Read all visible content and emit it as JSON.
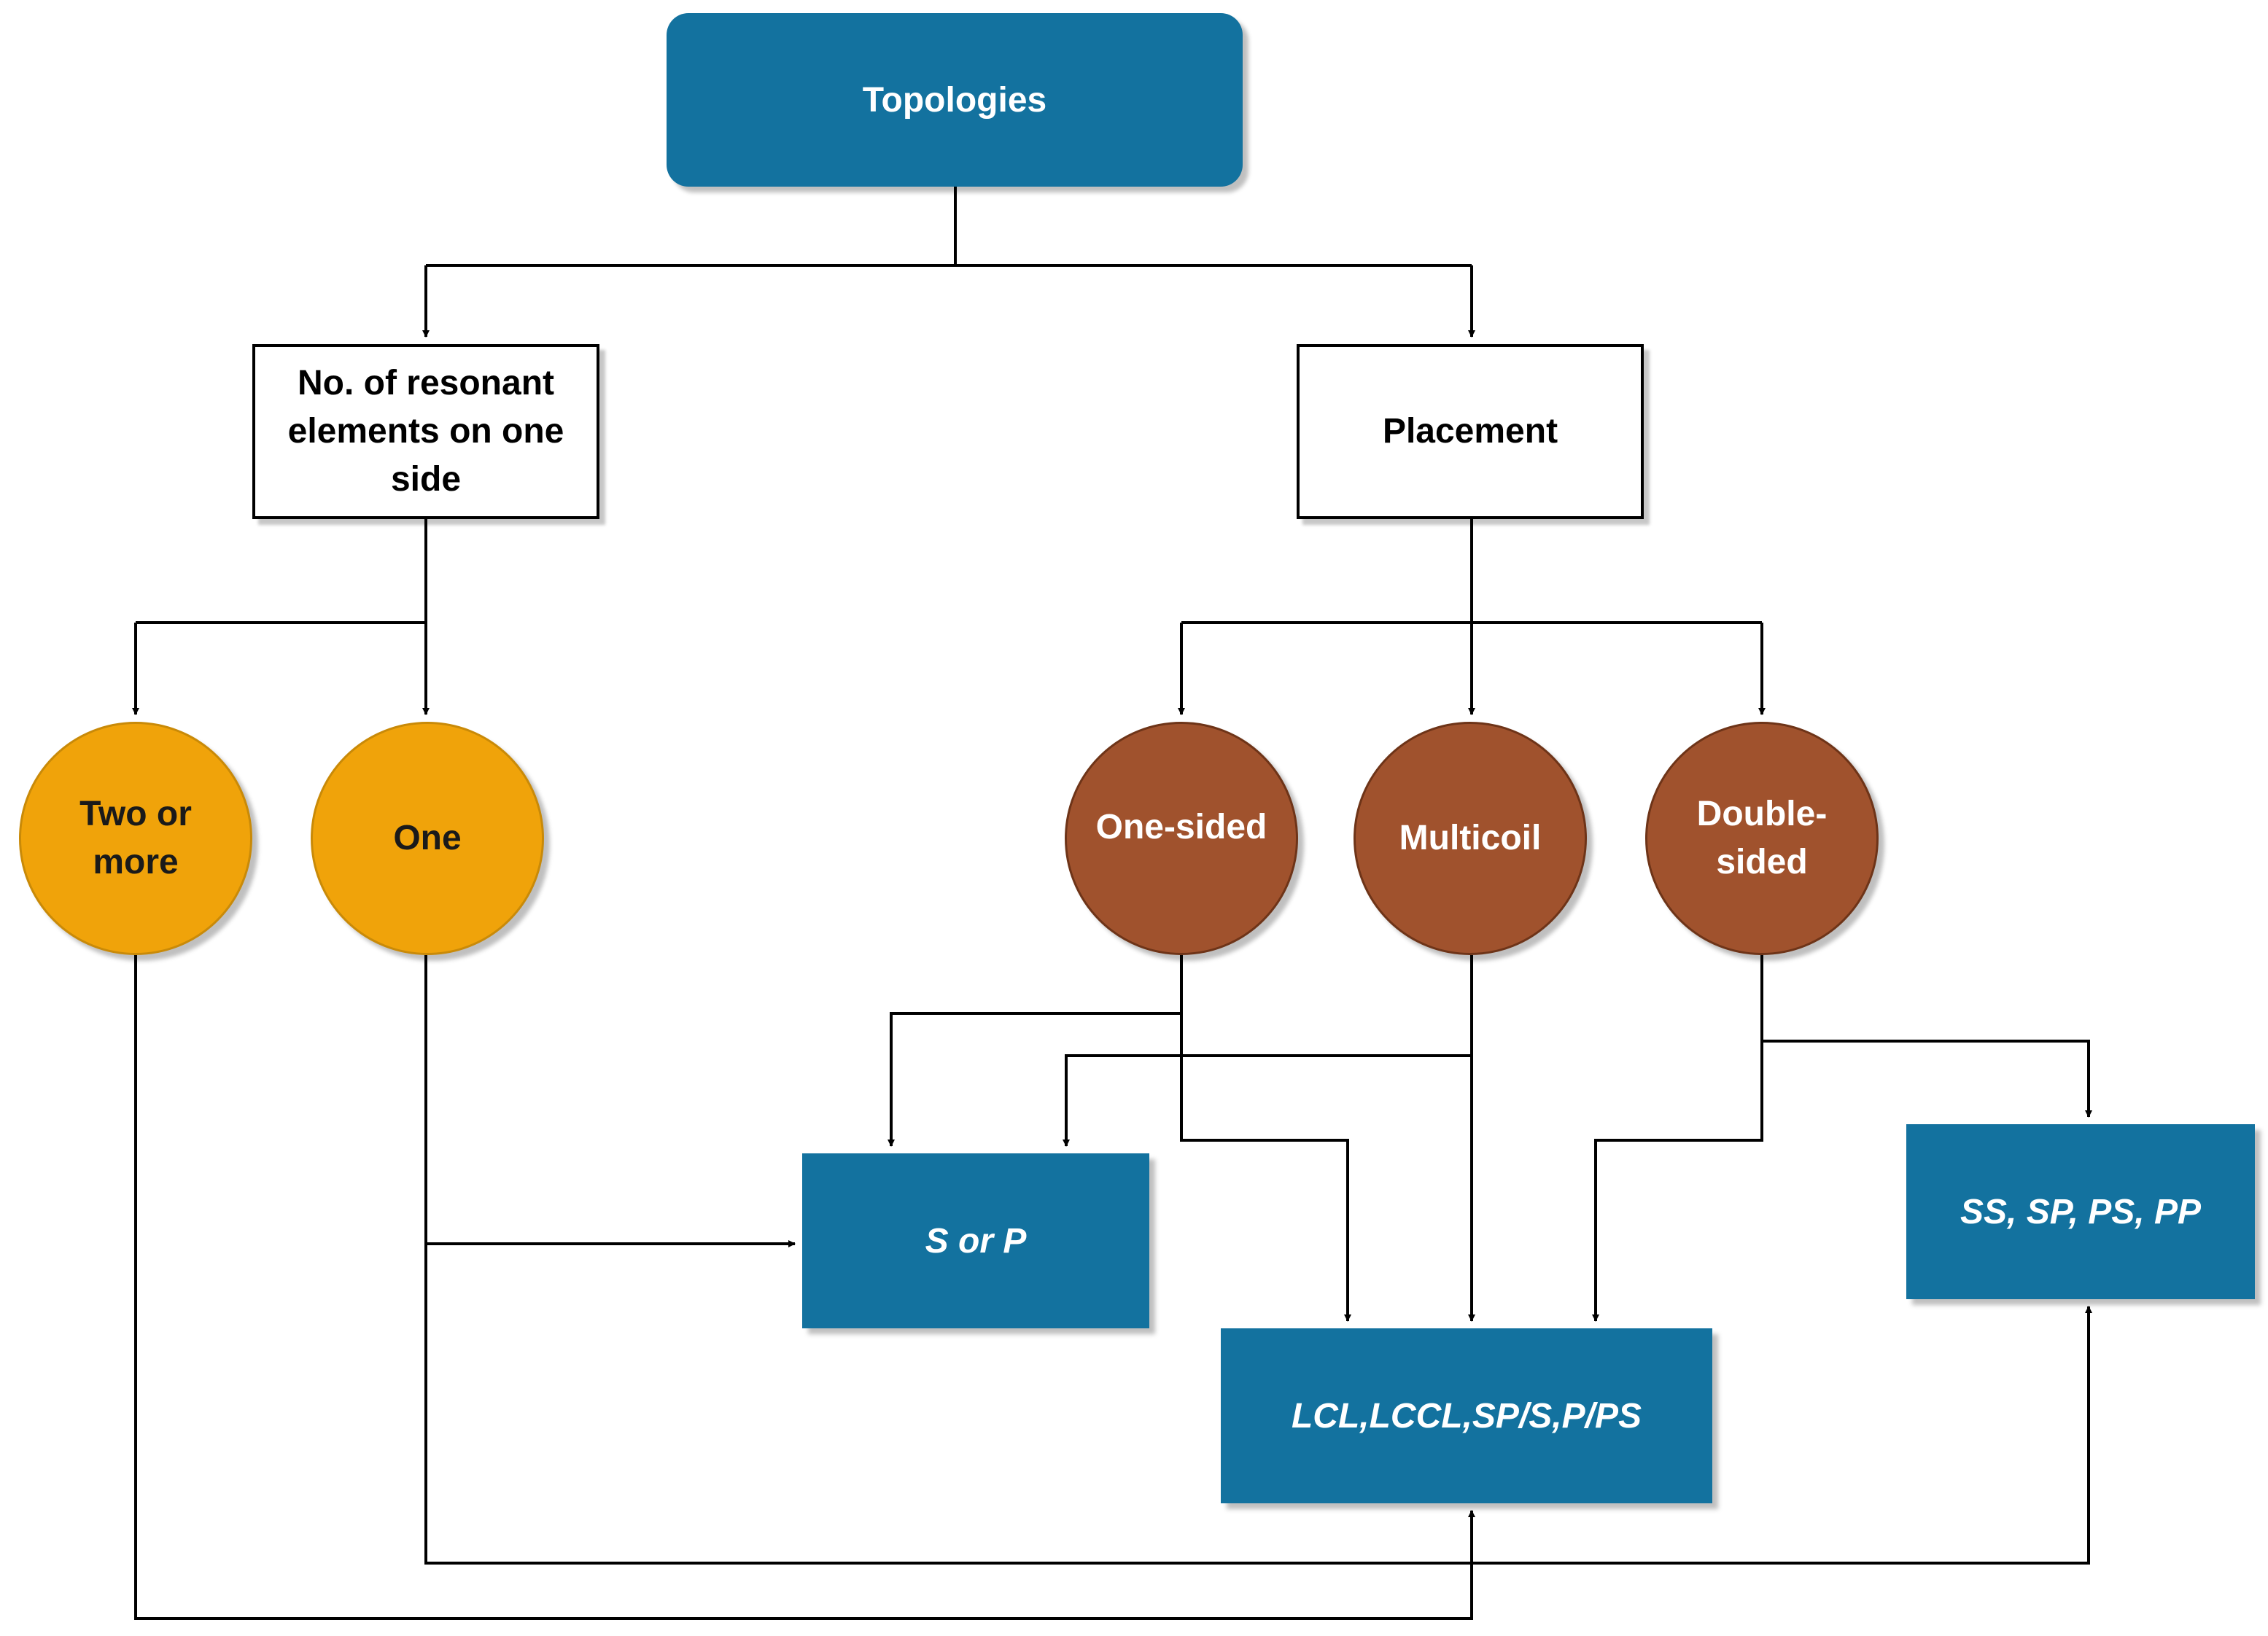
{
  "root": {
    "label": "Topologies"
  },
  "categories": {
    "resonant": {
      "label": "No. of resonant elements on one side"
    },
    "placement": {
      "label": "Placement"
    }
  },
  "options": {
    "two_or_more": {
      "label": "Two or more"
    },
    "one": {
      "label": "One"
    },
    "one_sided": {
      "label": "One-sided"
    },
    "multicoil": {
      "label": "Multicoil"
    },
    "double_sided": {
      "label": "Double-sided"
    }
  },
  "results": {
    "s_or_p": {
      "label": "S or P"
    },
    "lcl": {
      "label": "LCL,LCCL,SP/S,P/PS"
    },
    "ss": {
      "label": "SS, SP, PS, PP"
    }
  },
  "colors": {
    "root_fill": "#13729f",
    "result_fill": "#13729f",
    "orange_fill": "#f0a30a",
    "brown_fill": "#a0522d",
    "line": "#000000"
  }
}
